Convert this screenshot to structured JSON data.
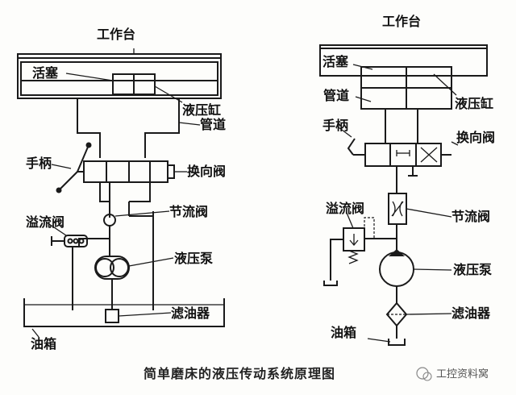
{
  "left": {
    "worktable": "工作台",
    "piston": "活塞",
    "cylinder": "液压缸",
    "pipe": "管道",
    "handle": "手柄",
    "reversing_valve": "换向阀",
    "throttle_valve": "节流阀",
    "relief_valve": "溢流阀",
    "pump": "液压泵",
    "filter": "滤油器",
    "tank": "油箱"
  },
  "right": {
    "worktable": "工作台",
    "piston": "活塞",
    "cylinder": "液压缸",
    "pipe": "管道",
    "handle": "手柄",
    "reversing_valve": "换向阀",
    "relief_valve": "溢流阀",
    "throttle_valve": "节流阀",
    "pump": "液压泵",
    "filter": "滤油器",
    "tank": "油箱"
  },
  "caption": "简单磨床的液压传动系统原理图",
  "watermark": "工控资料窝"
}
